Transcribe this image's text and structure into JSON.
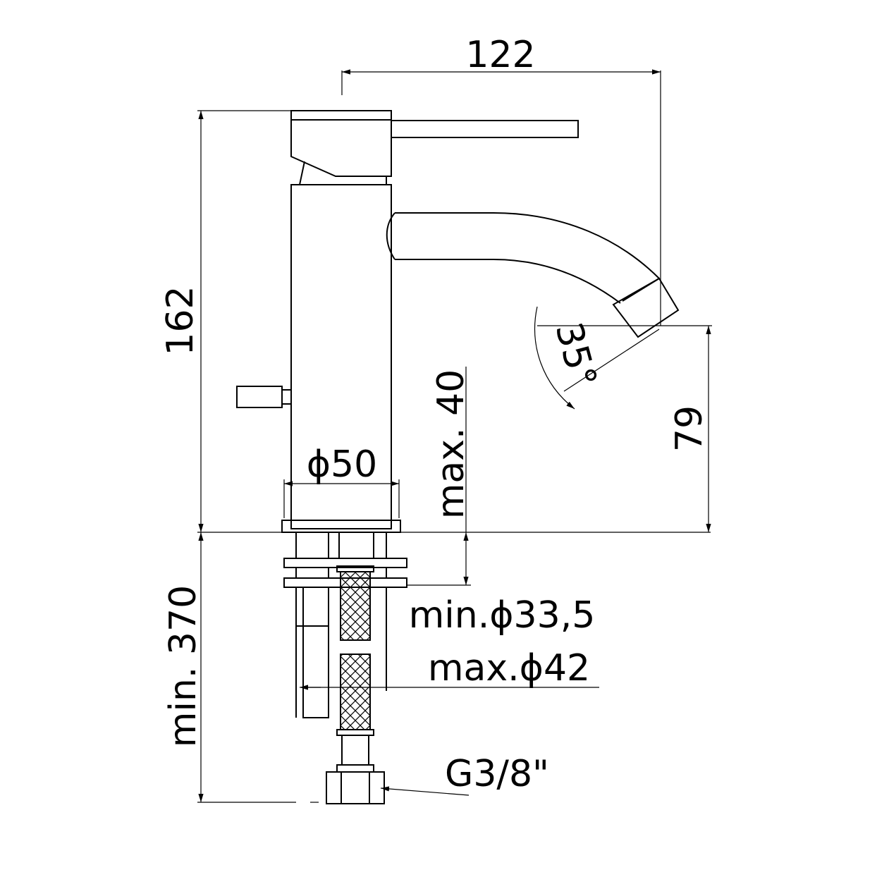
{
  "dimensions": {
    "total_width": "122",
    "total_height": "162",
    "spout_height": "79",
    "spray_angle": "35°",
    "body_diameter": "ϕ50",
    "max_deck_thickness": "max. 40",
    "min_hole_diameter": "min.ϕ33,5",
    "max_hole_diameter": "max.ϕ42",
    "min_hose_length": "min. 370",
    "connection_thread": "G3/8\""
  },
  "colors": {
    "line": "#000000",
    "background": "#ffffff"
  }
}
